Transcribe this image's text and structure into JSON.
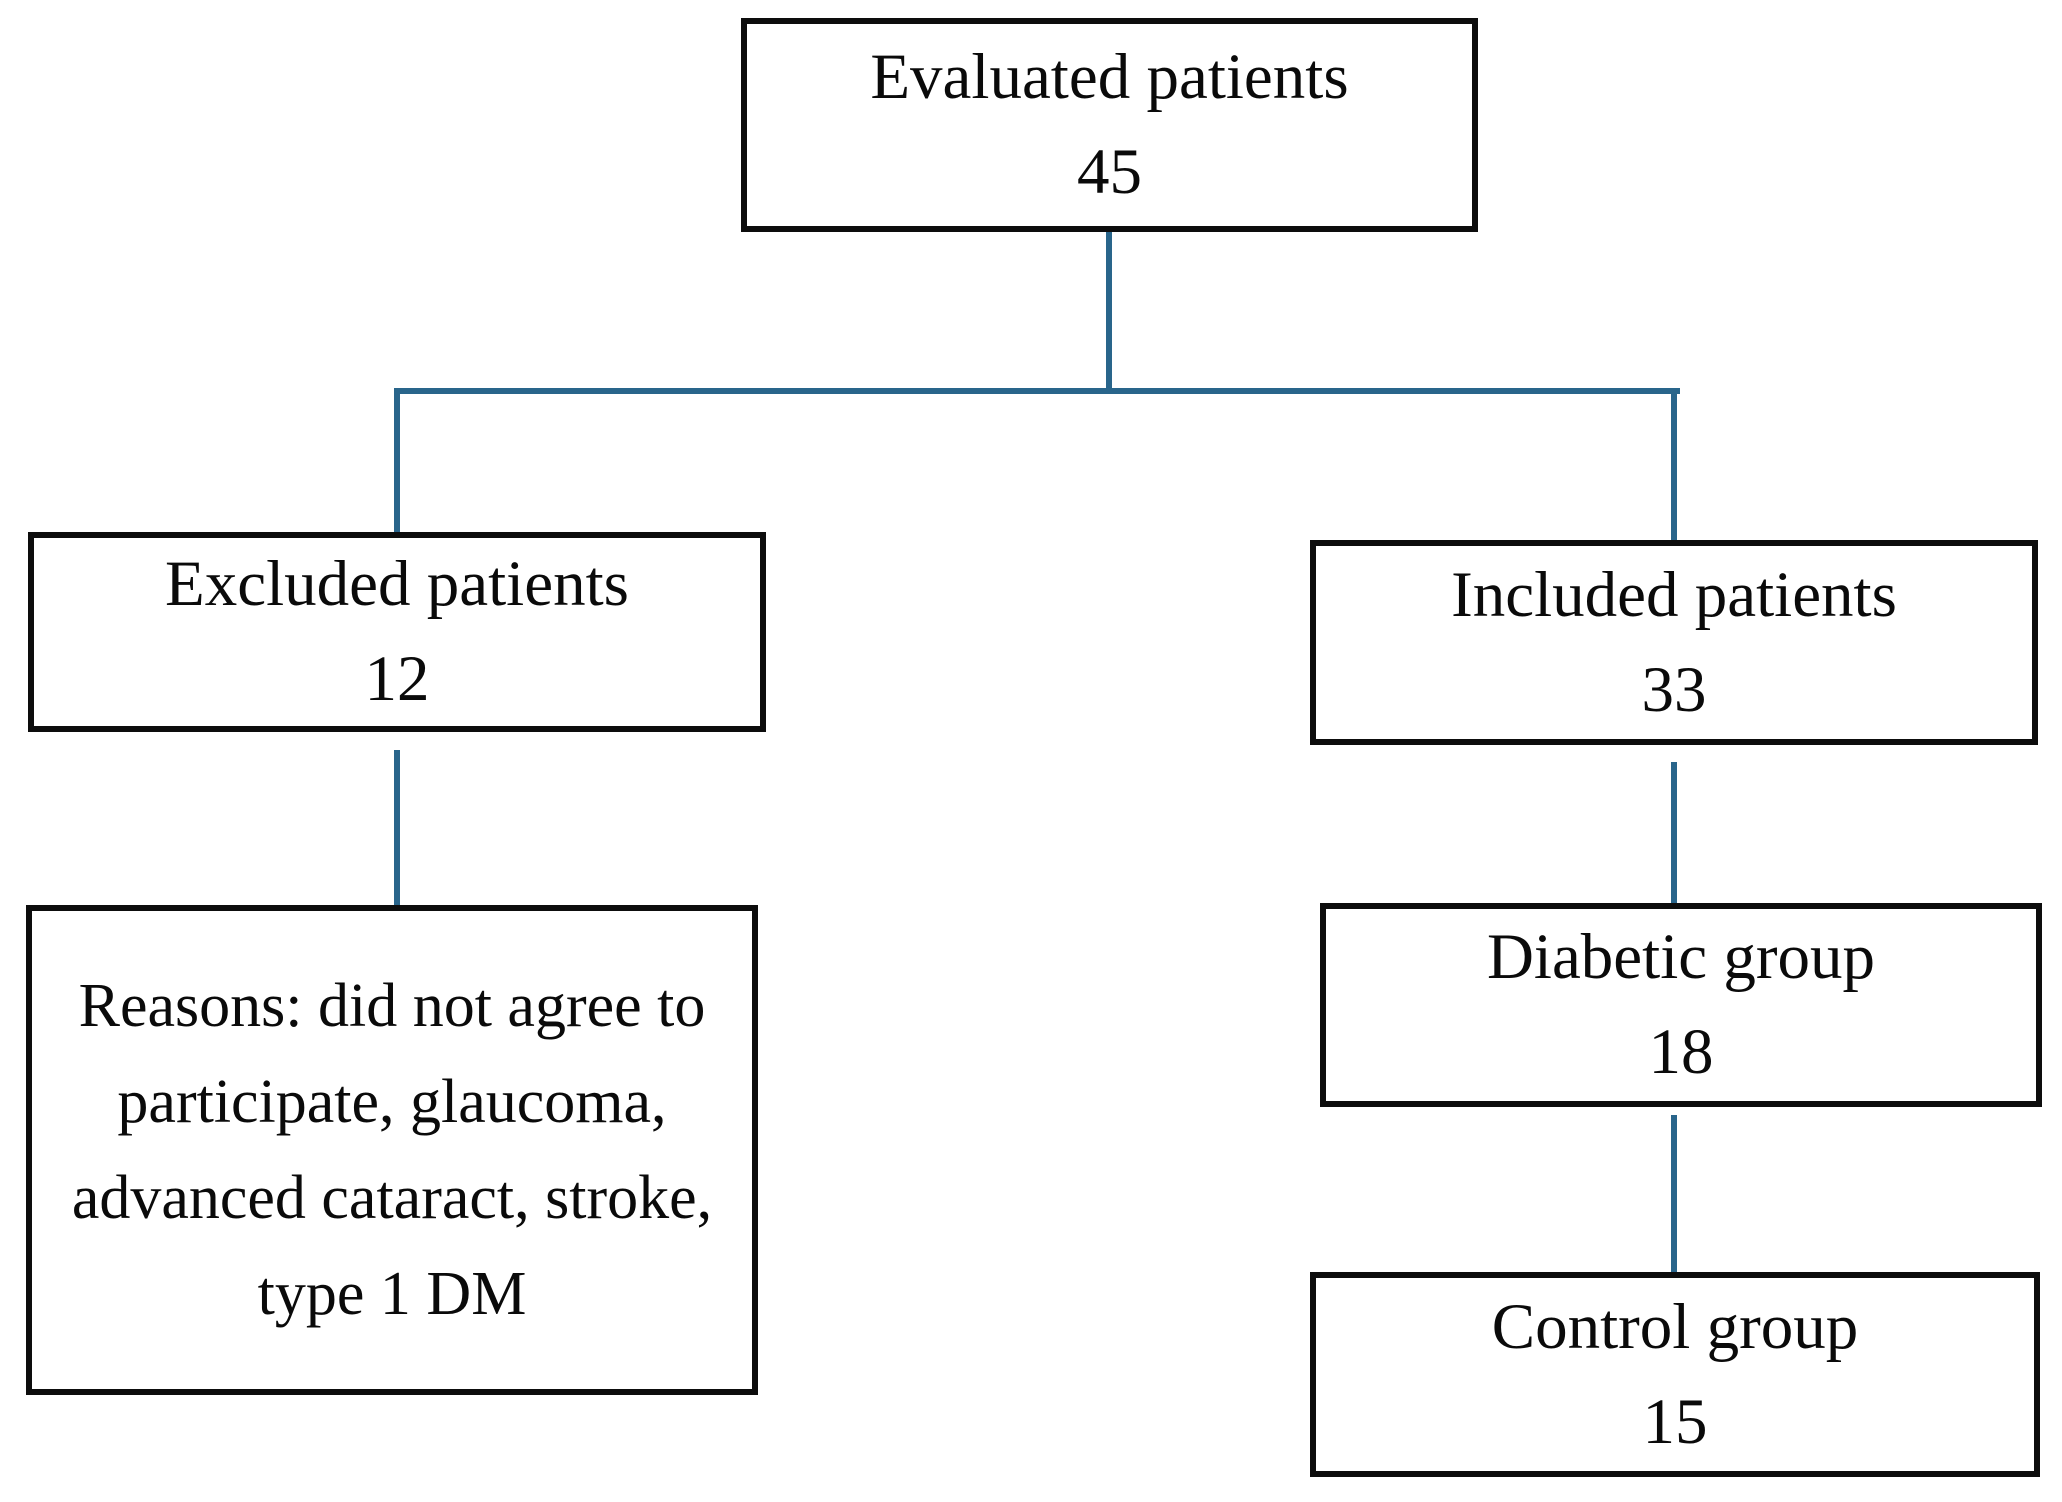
{
  "figure": {
    "type": "flowchart",
    "description": "Patient evaluation and group allocation flow diagram"
  },
  "colors": {
    "connector": "#29658B",
    "box_border": "#0d0d0d",
    "box_fill": "#ffffff",
    "text": "#0a0a0a",
    "background": "#ffffff"
  },
  "nodes": {
    "evaluated": {
      "label": "Evaluated patients",
      "value": "45"
    },
    "excluded": {
      "label": "Excluded patients",
      "value": "12"
    },
    "included": {
      "label": "Included patients",
      "value": "33"
    },
    "reasons": {
      "label": "Reasons: did not agree to participate, glaucoma, advanced cataract, stroke, type 1 DM"
    },
    "diabetic": {
      "label": "Diabetic group",
      "value": "18"
    },
    "control": {
      "label": "Control group",
      "value": "15"
    }
  },
  "edges": [
    {
      "from": "evaluated",
      "to": "excluded"
    },
    {
      "from": "evaluated",
      "to": "included"
    },
    {
      "from": "excluded",
      "to": "reasons"
    },
    {
      "from": "included",
      "to": "diabetic"
    },
    {
      "from": "diabetic",
      "to": "control"
    }
  ]
}
